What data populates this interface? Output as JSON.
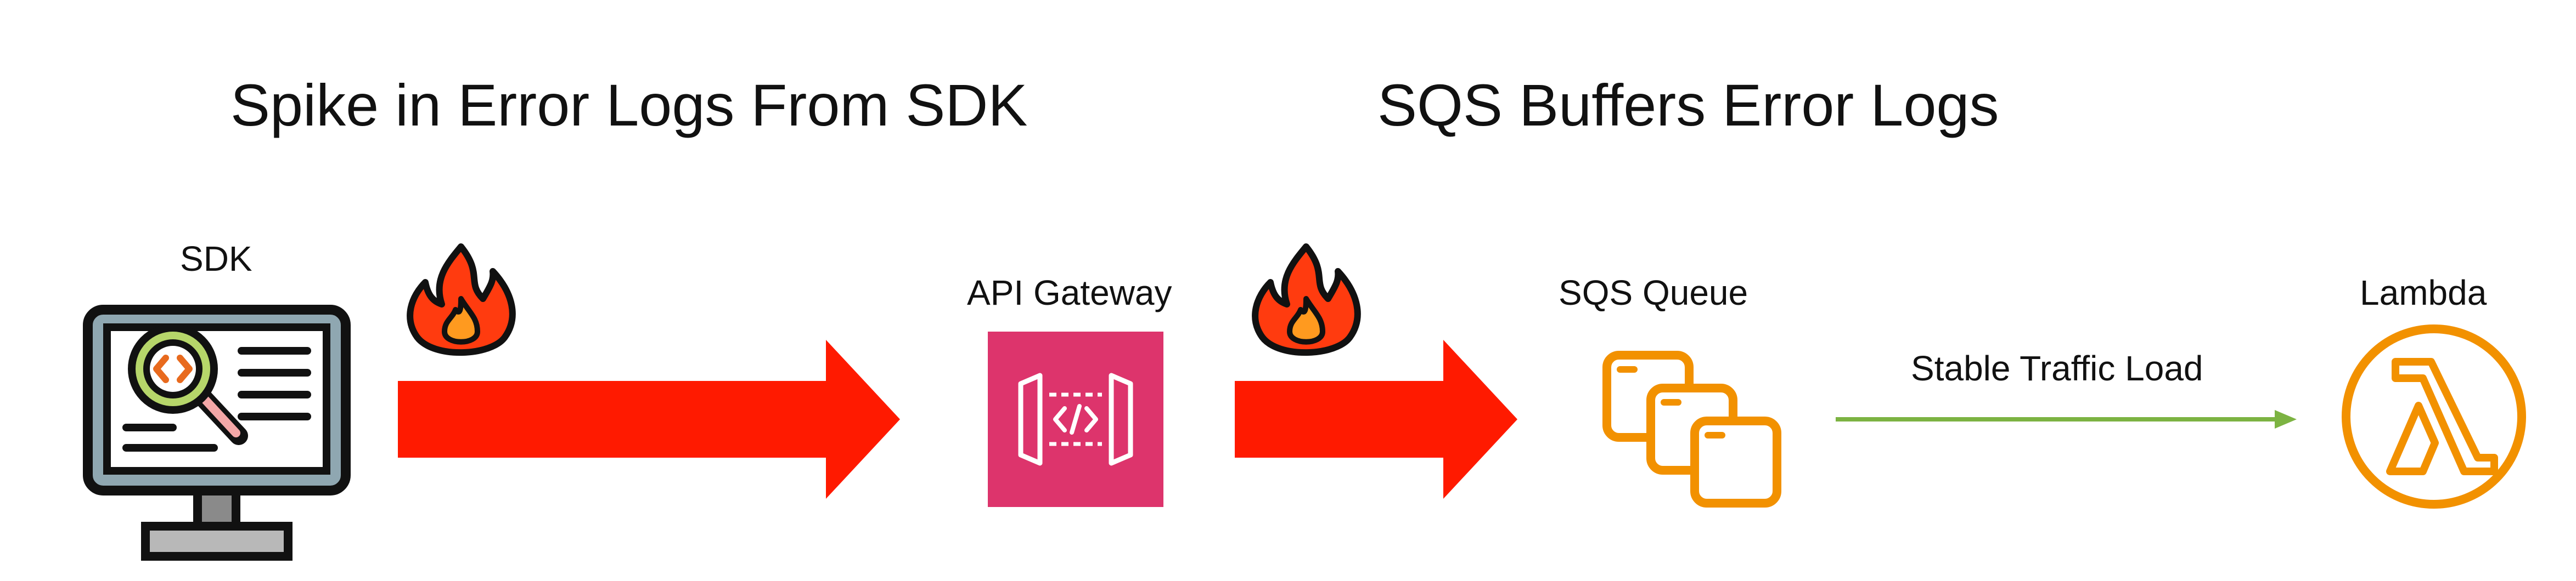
{
  "headings": {
    "left": "Spike in Error Logs From SDK",
    "right": "SQS Buffers Error Logs"
  },
  "nodes": {
    "sdk": {
      "label": "SDK",
      "icon": "monitor-code-search-icon"
    },
    "api_gateway": {
      "label": "API Gateway",
      "icon": "api-gateway-icon",
      "color": "#DD346C"
    },
    "sqs_queue": {
      "label": "SQS Queue",
      "icon": "sqs-queue-icon",
      "color": "#F29100"
    },
    "lambda": {
      "label": "Lambda",
      "icon": "lambda-icon",
      "color": "#F29100"
    }
  },
  "edges": {
    "spike_arrow_1": {
      "color": "#FF1A00",
      "icon": "fire-icon"
    },
    "spike_arrow_2": {
      "color": "#FF1A00",
      "icon": "fire-icon"
    },
    "stable_arrow": {
      "label": "Stable Traffic Load",
      "color": "#7CB342"
    }
  }
}
